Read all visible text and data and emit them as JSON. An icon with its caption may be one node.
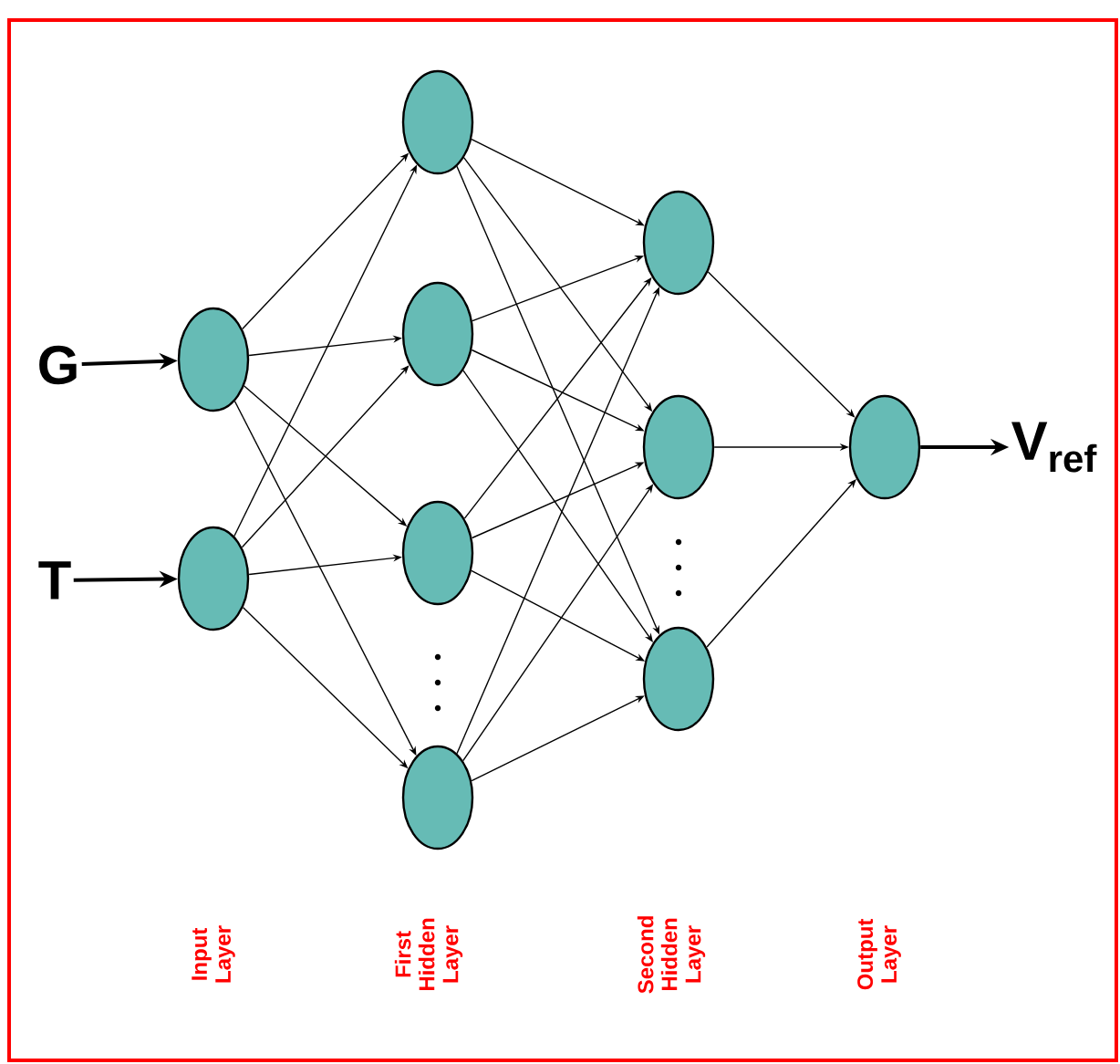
{
  "diagram": {
    "nodes": [
      {
        "text": [
          "G"
        ]
      },
      {
        "text": [
          "T"
        ]
      },
      {
        "text": [],
        "shape": "circle"
      },
      {
        "text": [],
        "shape": "circle"
      },
      {
        "text": [],
        "shape": "circle"
      },
      {
        "text": [],
        "shape": "circle"
      },
      {
        "text": [],
        "shape": "circle"
      },
      {
        "text": [],
        "shape": "circle"
      },
      {
        "text": [],
        "shape": "circle"
      },
      {
        "text": [],
        "shape": "circle"
      },
      {
        "text": [],
        "shape": "circle"
      },
      {
        "text": [],
        "shape": "circle"
      },
      {
        "text": [
          "V$_{ref}$"
        ]
      }
    ],
    "edges": [
      {
        "from": 0,
        "to": 2,
        "arrow": "to"
      },
      {
        "from": 1,
        "to": 3,
        "arrow": "to"
      },
      {
        "from": 2,
        "to": 4,
        "arrow": "to"
      },
      {
        "from": 2,
        "to": 5,
        "arrow": "to"
      },
      {
        "from": 2,
        "to": 6,
        "arrow": "to"
      },
      {
        "from": 2,
        "to": 7,
        "arrow": "to"
      },
      {
        "from": 3,
        "to": 4,
        "arrow": "to"
      },
      {
        "from": 3,
        "to": 5,
        "arrow": "to"
      },
      {
        "from": 3,
        "to": 6,
        "arrow": "to"
      },
      {
        "from": 3,
        "to": 7,
        "arrow": "to"
      },
      {
        "from": 4,
        "to": 8,
        "arrow": "to"
      },
      {
        "from": 4,
        "to": 9,
        "arrow": "to"
      },
      {
        "from": 4,
        "to": 10,
        "arrow": "to"
      },
      {
        "from": 5,
        "to": 8,
        "arrow": "to"
      },
      {
        "from": 5,
        "to": 9,
        "arrow": "to"
      },
      {
        "from": 5,
        "to": 10,
        "arrow": "to"
      },
      {
        "from": 6,
        "to": 8,
        "arrow": "to"
      },
      {
        "from": 6,
        "to": 9,
        "arrow": "to"
      },
      {
        "from": 6,
        "to": 10,
        "arrow": "to"
      },
      {
        "from": 7,
        "to": 8,
        "arrow": "to"
      },
      {
        "from": 7,
        "to": 9,
        "arrow": "to"
      },
      {
        "from": 7,
        "to": 10,
        "arrow": "to"
      },
      {
        "from": 8,
        "to": 11,
        "arrow": "to"
      },
      {
        "from": 9,
        "to": 11,
        "arrow": "to"
      },
      {
        "from": 10,
        "to": 11,
        "arrow": "to"
      },
      {
        "from": 11,
        "to": 12,
        "arrow": "to"
      }
    ],
    "labels": [
      "Input Layer",
      "First Hidden Layer",
      "Second Hidden Layer",
      "Output Layer"
    ]
  }
}
